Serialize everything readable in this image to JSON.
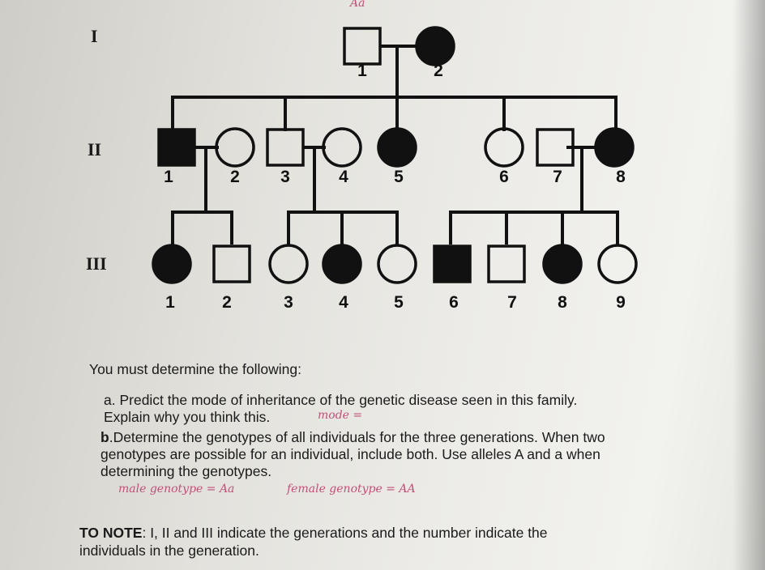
{
  "annotations": {
    "top_genotype": "Aa",
    "mode": "mode =",
    "male_genotype": "male genotype = Aa",
    "female_genotype": "female genotype = AA"
  },
  "generations": {
    "g1": "I",
    "g2": "II",
    "g3": "III"
  },
  "individuals": {
    "I": [
      {
        "label": "1",
        "sex": "male",
        "affected": false
      },
      {
        "label": "2",
        "sex": "female",
        "affected": true
      }
    ],
    "II": [
      {
        "label": "1",
        "sex": "male",
        "affected": true
      },
      {
        "label": "2",
        "sex": "female",
        "affected": false
      },
      {
        "label": "3",
        "sex": "male",
        "affected": false
      },
      {
        "label": "4",
        "sex": "female",
        "affected": false
      },
      {
        "label": "5",
        "sex": "female",
        "affected": true
      },
      {
        "label": "6",
        "sex": "female",
        "affected": false
      },
      {
        "label": "7",
        "sex": "male",
        "affected": false
      },
      {
        "label": "8",
        "sex": "female",
        "affected": true
      }
    ],
    "III": [
      {
        "label": "1",
        "sex": "female",
        "affected": true
      },
      {
        "label": "2",
        "sex": "male",
        "affected": false
      },
      {
        "label": "3",
        "sex": "female",
        "affected": false
      },
      {
        "label": "4",
        "sex": "female",
        "affected": true
      },
      {
        "label": "5",
        "sex": "female",
        "affected": false
      },
      {
        "label": "6",
        "sex": "male",
        "affected": true
      },
      {
        "label": "7",
        "sex": "male",
        "affected": false
      },
      {
        "label": "8",
        "sex": "female",
        "affected": true
      },
      {
        "label": "9",
        "sex": "female",
        "affected": false
      }
    ]
  },
  "questions": {
    "intro": "You must determine the following:",
    "a_line1": "a. Predict the mode of inheritance of the genetic disease seen in this family.",
    "a_line2": "Explain why you think this.",
    "b_line1": "b.Determine the genotypes of all individuals for the three generations. When two",
    "b_line2": "genotypes are possible for an individual, include both. Use alleles A and a when",
    "b_line3": "determining the genotypes."
  },
  "note": {
    "label": "TO NOTE",
    "line1": ": I, II and III indicate the generations and the number indicate the",
    "line2": "individuals in the generation."
  }
}
